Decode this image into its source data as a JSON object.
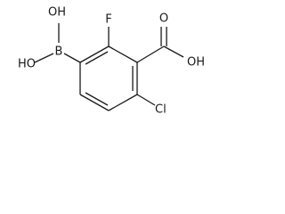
{
  "molecule": {
    "atoms": {
      "boron": "B",
      "boron_oh_top": "OH",
      "boron_ho_left": "HO",
      "fluorine": "F",
      "carboxyl_oh": "OH",
      "carbonyl_o": "O",
      "chlorine": "Cl"
    }
  }
}
